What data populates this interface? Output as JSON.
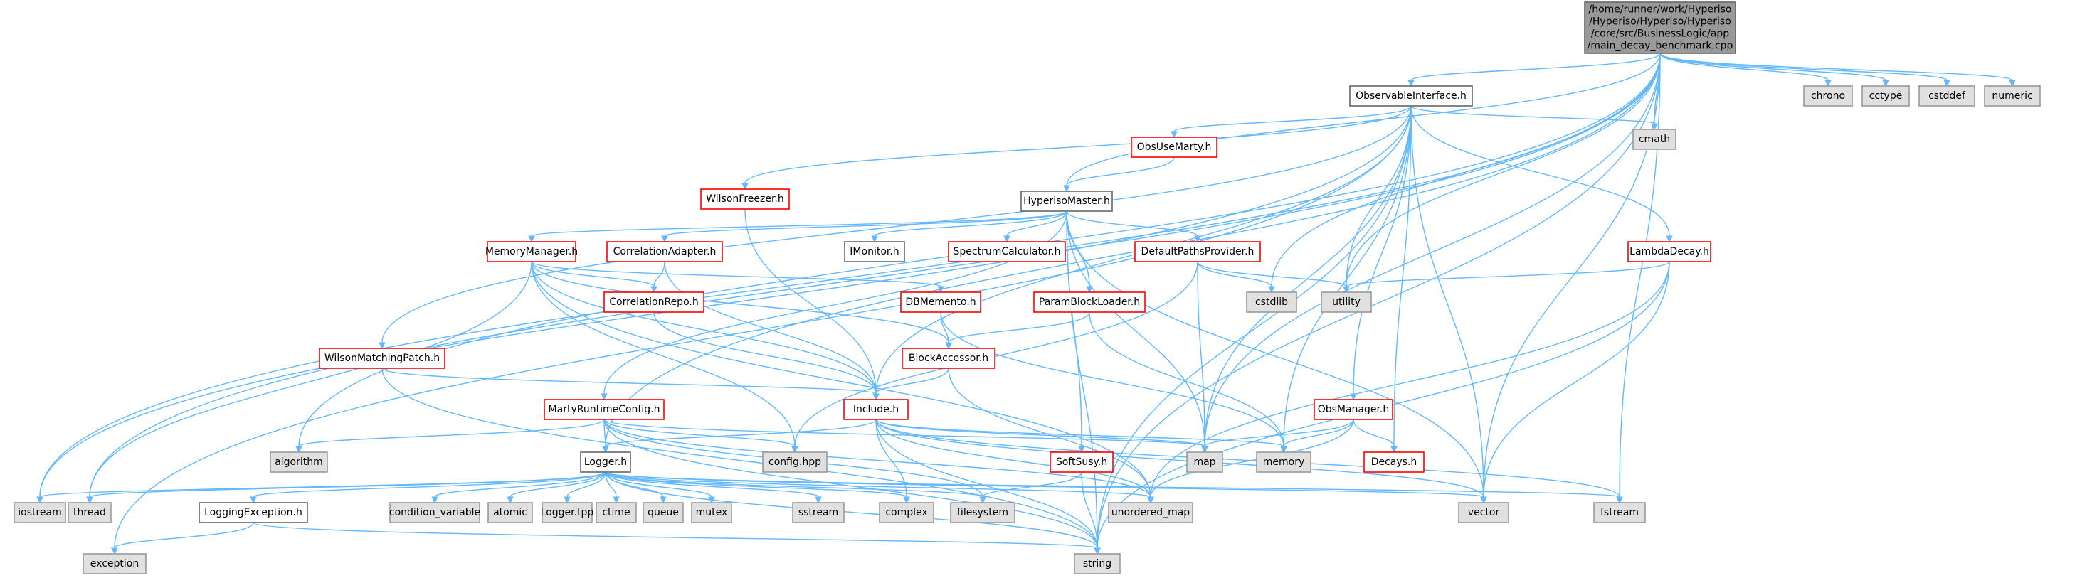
{
  "colors": {
    "root_fill": "#999999",
    "root_stroke": "#666666",
    "file_fill": "#ffffff",
    "file_stroke": "#666666",
    "linked_stroke": "#ff0000",
    "system_fill": "#e0e0e0",
    "system_stroke": "#999999",
    "edge": "#63b8ff",
    "text": "#000000"
  },
  "nodes": {
    "main": {
      "kind": "root",
      "lines": [
        "/home/runner/work/Hyperiso",
        "/Hyperiso/Hyperiso/Hyperiso",
        "/core/src/BusinessLogic/app",
        "/main_decay_benchmark.cpp"
      ]
    },
    "chrono": {
      "kind": "system",
      "lines": [
        "chrono"
      ]
    },
    "cctype": {
      "kind": "system",
      "lines": [
        "cctype"
      ]
    },
    "cstddef": {
      "kind": "system",
      "lines": [
        "cstddef"
      ]
    },
    "numeric": {
      "kind": "system",
      "lines": [
        "numeric"
      ]
    },
    "ObservableInterface": {
      "kind": "file",
      "lines": [
        "ObservableInterface.h"
      ]
    },
    "cmath": {
      "kind": "system",
      "lines": [
        "cmath"
      ]
    },
    "ObsUseMarty": {
      "kind": "linked",
      "lines": [
        "ObsUseMarty.h"
      ]
    },
    "WilsonFreezer": {
      "kind": "linked",
      "lines": [
        "WilsonFreezer.h"
      ]
    },
    "HyperisoMaster": {
      "kind": "file",
      "lines": [
        "HyperisoMaster.h"
      ]
    },
    "MemoryManager": {
      "kind": "linked",
      "lines": [
        "MemoryManager.h"
      ]
    },
    "CorrelationAdapter": {
      "kind": "linked",
      "lines": [
        "CorrelationAdapter.h"
      ]
    },
    "IMonitor": {
      "kind": "file",
      "lines": [
        "IMonitor.h"
      ]
    },
    "SpectrumCalculator": {
      "kind": "linked",
      "lines": [
        "SpectrumCalculator.h"
      ]
    },
    "DefaultPathsProvider": {
      "kind": "linked",
      "lines": [
        "DefaultPathsProvider.h"
      ]
    },
    "LambdaDecay": {
      "kind": "linked",
      "lines": [
        "LambdaDecay.h"
      ]
    },
    "CorrelationRepo": {
      "kind": "linked",
      "lines": [
        "CorrelationRepo.h"
      ]
    },
    "DBMemento": {
      "kind": "linked",
      "lines": [
        "DBMemento.h"
      ]
    },
    "ParamBlockLoader": {
      "kind": "linked",
      "lines": [
        "ParamBlockLoader.h"
      ]
    },
    "cstdlib": {
      "kind": "system",
      "lines": [
        "cstdlib"
      ]
    },
    "utility": {
      "kind": "system",
      "lines": [
        "utility"
      ]
    },
    "BlockAccessor": {
      "kind": "linked",
      "lines": [
        "BlockAccessor.h"
      ]
    },
    "WilsonMatchingPatch": {
      "kind": "linked",
      "lines": [
        "WilsonMatchingPatch.h"
      ]
    },
    "MartyRuntimeConfig": {
      "kind": "linked",
      "lines": [
        "MartyRuntimeConfig.h"
      ]
    },
    "Include": {
      "kind": "linked",
      "lines": [
        "Include.h"
      ]
    },
    "ObsManager": {
      "kind": "linked",
      "lines": [
        "ObsManager.h"
      ]
    },
    "algorithm": {
      "kind": "system",
      "lines": [
        "algorithm"
      ]
    },
    "confighpp": {
      "kind": "system",
      "lines": [
        "config.hpp"
      ]
    },
    "Logger": {
      "kind": "file",
      "lines": [
        "Logger.h"
      ]
    },
    "map": {
      "kind": "system",
      "lines": [
        "map"
      ]
    },
    "memory": {
      "kind": "system",
      "lines": [
        "memory"
      ]
    },
    "SoftSusy": {
      "kind": "linked",
      "lines": [
        "SoftSusy.h"
      ]
    },
    "Decays": {
      "kind": "linked",
      "lines": [
        "Decays.h"
      ]
    },
    "iostream": {
      "kind": "system",
      "lines": [
        "iostream"
      ]
    },
    "thread": {
      "kind": "system",
      "lines": [
        "thread"
      ]
    },
    "LoggingException": {
      "kind": "file",
      "lines": [
        "LoggingException.h"
      ]
    },
    "condition_variable": {
      "kind": "system",
      "lines": [
        "condition_variable"
      ]
    },
    "atomic": {
      "kind": "system",
      "lines": [
        "atomic"
      ]
    },
    "Loggertpp": {
      "kind": "system",
      "lines": [
        "Logger.tpp"
      ]
    },
    "ctime": {
      "kind": "system",
      "lines": [
        "ctime"
      ]
    },
    "queue": {
      "kind": "system",
      "lines": [
        "queue"
      ]
    },
    "mutex": {
      "kind": "system",
      "lines": [
        "mutex"
      ]
    },
    "sstream": {
      "kind": "system",
      "lines": [
        "sstream"
      ]
    },
    "complex": {
      "kind": "system",
      "lines": [
        "complex"
      ]
    },
    "filesystem": {
      "kind": "system",
      "lines": [
        "filesystem"
      ]
    },
    "unordered_map": {
      "kind": "system",
      "lines": [
        "unordered_map"
      ]
    },
    "vector": {
      "kind": "system",
      "lines": [
        "vector"
      ]
    },
    "fstream": {
      "kind": "system",
      "lines": [
        "fstream"
      ]
    },
    "exception": {
      "kind": "system",
      "lines": [
        "exception"
      ]
    },
    "string": {
      "kind": "system",
      "lines": [
        "string"
      ]
    }
  },
  "edges": [
    [
      "main",
      "chrono"
    ],
    [
      "main",
      "cctype"
    ],
    [
      "main",
      "cstddef"
    ],
    [
      "main",
      "numeric"
    ],
    [
      "main",
      "ObservableInterface"
    ],
    [
      "main",
      "cmath"
    ],
    [
      "main",
      "HyperisoMaster"
    ],
    [
      "main",
      "utility"
    ],
    [
      "main",
      "cstdlib"
    ],
    [
      "main",
      "vector"
    ],
    [
      "main",
      "fstream"
    ],
    [
      "main",
      "string"
    ],
    [
      "main",
      "iostream"
    ],
    [
      "main",
      "thread"
    ],
    [
      "main",
      "algorithm"
    ],
    [
      "main",
      "Logger"
    ],
    [
      "main",
      "map"
    ],
    [
      "ObservableInterface",
      "cmath"
    ],
    [
      "ObservableInterface",
      "ObsUseMarty"
    ],
    [
      "ObservableInterface",
      "WilsonFreezer"
    ],
    [
      "ObservableInterface",
      "WilsonMatchingPatch"
    ],
    [
      "ObservableInterface",
      "Include"
    ],
    [
      "ObservableInterface",
      "LambdaDecay"
    ],
    [
      "ObservableInterface",
      "ObsManager"
    ],
    [
      "ObservableInterface",
      "utility"
    ],
    [
      "ObservableInterface",
      "map"
    ],
    [
      "ObservableInterface",
      "memory"
    ],
    [
      "ObservableInterface",
      "vector"
    ],
    [
      "ObservableInterface",
      "string"
    ],
    [
      "ObservableInterface",
      "iostream"
    ],
    [
      "ObservableInterface",
      "exception"
    ],
    [
      "ObservableInterface",
      "Decays"
    ],
    [
      "ObsUseMarty",
      "HyperisoMaster"
    ],
    [
      "WilsonFreezer",
      "Include"
    ],
    [
      "HyperisoMaster",
      "MemoryManager"
    ],
    [
      "HyperisoMaster",
      "CorrelationAdapter"
    ],
    [
      "HyperisoMaster",
      "IMonitor"
    ],
    [
      "HyperisoMaster",
      "SpectrumCalculator"
    ],
    [
      "HyperisoMaster",
      "DefaultPathsProvider"
    ],
    [
      "HyperisoMaster",
      "ParamBlockLoader"
    ],
    [
      "HyperisoMaster",
      "MartyRuntimeConfig"
    ],
    [
      "HyperisoMaster",
      "SoftSusy"
    ],
    [
      "HyperisoMaster",
      "map"
    ],
    [
      "HyperisoMaster",
      "vector"
    ],
    [
      "HyperisoMaster",
      "string"
    ],
    [
      "MemoryManager",
      "CorrelationRepo"
    ],
    [
      "MemoryManager",
      "DBMemento"
    ],
    [
      "MemoryManager",
      "BlockAccessor"
    ],
    [
      "MemoryManager",
      "Include"
    ],
    [
      "MemoryManager",
      "confighpp"
    ],
    [
      "MemoryManager",
      "unordered_map"
    ],
    [
      "MemoryManager",
      "thread"
    ],
    [
      "CorrelationAdapter",
      "CorrelationRepo"
    ],
    [
      "CorrelationAdapter",
      "Include"
    ],
    [
      "CorrelationRepo",
      "Include"
    ],
    [
      "DBMemento",
      "BlockAccessor"
    ],
    [
      "DBMemento",
      "memory"
    ],
    [
      "ParamBlockLoader",
      "BlockAccessor"
    ],
    [
      "ParamBlockLoader",
      "memory"
    ],
    [
      "BlockAccessor",
      "Include"
    ],
    [
      "BlockAccessor",
      "unordered_map"
    ],
    [
      "DefaultPathsProvider",
      "cstdlib"
    ],
    [
      "DefaultPathsProvider",
      "utility"
    ],
    [
      "DefaultPathsProvider",
      "map"
    ],
    [
      "DefaultPathsProvider",
      "confighpp"
    ],
    [
      "LambdaDecay",
      "utility"
    ],
    [
      "LambdaDecay",
      "vector"
    ],
    [
      "LambdaDecay",
      "unordered_map"
    ],
    [
      "LambdaDecay",
      "string"
    ],
    [
      "WilsonMatchingPatch",
      "Include"
    ],
    [
      "WilsonMatchingPatch",
      "string"
    ],
    [
      "MartyRuntimeConfig",
      "algorithm"
    ],
    [
      "MartyRuntimeConfig",
      "confighpp"
    ],
    [
      "MartyRuntimeConfig",
      "Logger"
    ],
    [
      "MartyRuntimeConfig",
      "map"
    ],
    [
      "MartyRuntimeConfig",
      "unordered_map"
    ],
    [
      "MartyRuntimeConfig",
      "filesystem"
    ],
    [
      "MartyRuntimeConfig",
      "string"
    ],
    [
      "Include",
      "Logger"
    ],
    [
      "Include",
      "complex"
    ],
    [
      "Include",
      "map"
    ],
    [
      "Include",
      "memory"
    ],
    [
      "Include",
      "vector"
    ],
    [
      "Include",
      "string"
    ],
    [
      "Include",
      "unordered_map"
    ],
    [
      "Include",
      "fstream"
    ],
    [
      "ObsManager",
      "map"
    ],
    [
      "ObsManager",
      "memory"
    ],
    [
      "ObsManager",
      "Decays"
    ],
    [
      "ObsManager",
      "unordered_map"
    ],
    [
      "SoftSusy",
      "filesystem"
    ],
    [
      "SoftSusy",
      "string"
    ],
    [
      "Logger",
      "iostream"
    ],
    [
      "Logger",
      "thread"
    ],
    [
      "Logger",
      "LoggingException"
    ],
    [
      "Logger",
      "condition_variable"
    ],
    [
      "Logger",
      "atomic"
    ],
    [
      "Logger",
      "Loggertpp"
    ],
    [
      "Logger",
      "ctime"
    ],
    [
      "Logger",
      "queue"
    ],
    [
      "Logger",
      "mutex"
    ],
    [
      "Logger",
      "sstream"
    ],
    [
      "Logger",
      "complex"
    ],
    [
      "Logger",
      "filesystem"
    ],
    [
      "Logger",
      "unordered_map"
    ],
    [
      "Logger",
      "vector"
    ],
    [
      "Logger",
      "fstream"
    ],
    [
      "Logger",
      "string"
    ],
    [
      "LoggingException",
      "exception"
    ],
    [
      "LoggingException",
      "string"
    ]
  ]
}
